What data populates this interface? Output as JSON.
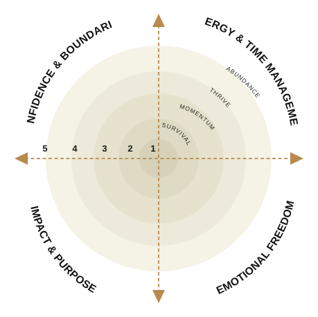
{
  "quadrants": {
    "top_left": "CONFIDENCE & BOUNDARIES",
    "top_right": "ENERGY & TIME MANAGEMENT",
    "bottom_left": "IMPACT & PURPOSE",
    "bottom_right": "EMOTIONAL FREEDOM"
  },
  "levels": [
    "5",
    "4",
    "3",
    "2",
    "1"
  ],
  "ring_labels": [
    "SURVIVAL",
    "MOMENTUM",
    "THRIVE",
    "ABUNDANCE"
  ],
  "colors": {
    "axis": "#b98a4e",
    "ring_outer": "#f5f2e6",
    "ring_inner": "#d6d1b8",
    "text": "#111111"
  }
}
